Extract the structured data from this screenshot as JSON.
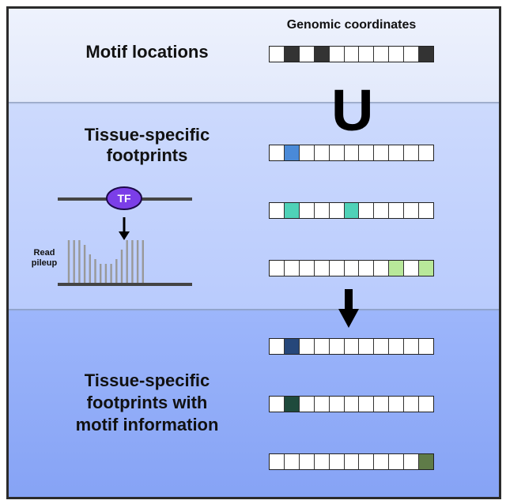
{
  "labels": {
    "motif_locations": "Motif locations",
    "tissue_footprints": "Tissue-specific\nfootprints",
    "tissue_footprints_motif": "Tissue-specific\nfootprints with\nmotif information",
    "genomic_coordinates": "Genomic coordinates",
    "read_pileup": "Read\npileup",
    "tf": "TF",
    "union_symbol": "U"
  },
  "colors": {
    "motif": "#333333",
    "footprint_1": "#4a8ad8",
    "footprint_2": "#4fd2b8",
    "footprint_3": "#b8e89a",
    "combined_1": "#26477a",
    "combined_2": "#1f4a3c",
    "combined_3": "#5f7b48",
    "tf_fill": "#7b3ee8",
    "band_top": "#e6ecfc",
    "band_middle": "#c2d2fd",
    "band_bottom": "#8eaaf7"
  },
  "tracks": [
    {
      "id": "motif",
      "cells": 11,
      "filled": [
        1,
        3,
        10
      ],
      "color": "#333333"
    },
    {
      "id": "footprint-1",
      "cells": 11,
      "filled": [
        1
      ],
      "color": "#4a8ad8"
    },
    {
      "id": "footprint-2",
      "cells": 11,
      "filled": [
        1,
        5
      ],
      "color": "#4fd2b8"
    },
    {
      "id": "footprint-3",
      "cells": 11,
      "filled": [
        8,
        10
      ],
      "color": "#b8e89a"
    },
    {
      "id": "combined-1",
      "cells": 11,
      "filled": [
        1
      ],
      "color": "#26477a"
    },
    {
      "id": "combined-2",
      "cells": 11,
      "filled": [
        1
      ],
      "color": "#1f4a3c"
    },
    {
      "id": "combined-3",
      "cells": 11,
      "filled": [
        10
      ],
      "color": "#5f7b48"
    }
  ],
  "pileup": {
    "bar_heights": [
      9,
      9,
      9,
      8,
      6,
      5,
      4,
      4,
      4,
      5,
      7,
      9,
      9,
      9,
      9
    ]
  }
}
